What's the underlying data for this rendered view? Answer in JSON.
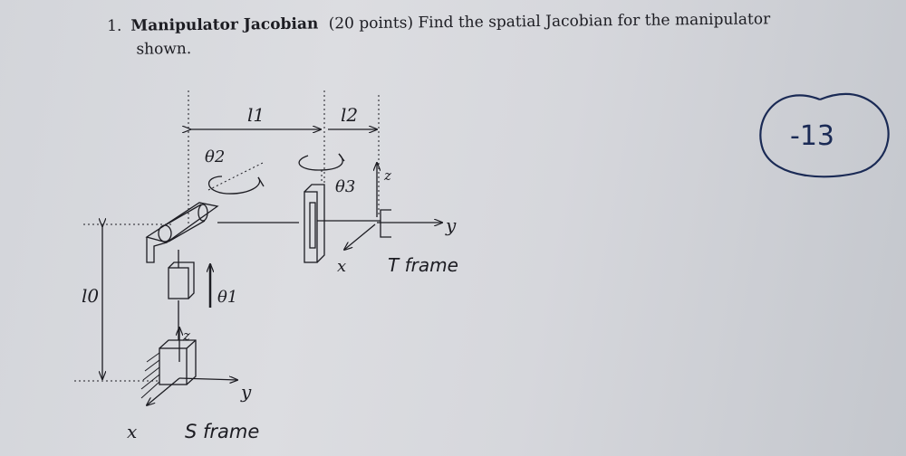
{
  "problem": {
    "number": "1.",
    "title": "Manipulator Jacobian",
    "points": "(20 points)",
    "text_line1": "Find the spatial Jacobian for the manipulator",
    "text_line2": "shown."
  },
  "diagram": {
    "l0": "l0",
    "l1": "l1",
    "l2": "l2",
    "theta1": "θ1",
    "theta2": "θ2",
    "theta3": "θ3",
    "s_frame": {
      "label": "S frame",
      "x": "x",
      "y": "y",
      "z": "z"
    },
    "t_frame": {
      "label": "T frame",
      "x": "x",
      "y": "y",
      "z": "z"
    }
  },
  "grade": {
    "score": "-13"
  },
  "colors": {
    "ink": "#1c1c22",
    "grade_ink": "#1a2a55"
  }
}
